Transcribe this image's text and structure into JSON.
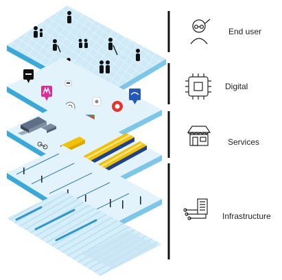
{
  "layers": [
    {
      "id": "end-user",
      "label": "End user",
      "icon": "person-with-glasses-icon",
      "scene": "people-icons-map"
    },
    {
      "id": "digital",
      "label": "Digital",
      "icon": "circuit-chip-icon",
      "scene": "app-logo-pins"
    },
    {
      "id": "services",
      "label": "Services",
      "icon": "storefront-icon",
      "scene": "trains-buses-vehicles"
    },
    {
      "id": "infrastructure",
      "label": "Infrastructure",
      "icon": "switchboard-icon",
      "scene": "rails-roads-poles"
    }
  ],
  "colors": {
    "tile_top": "#cfeaf7",
    "tile_edge_left": "#39a9db",
    "tile_edge_right": "#7cc6ea",
    "divider": "#111111",
    "train_yellow": "#f2c200",
    "train_blue": "#1f3f8f",
    "pin_pink": "#e0299a",
    "pin_red": "#e8322b",
    "pin_black": "#111111",
    "pin_blue": "#2457b8"
  }
}
